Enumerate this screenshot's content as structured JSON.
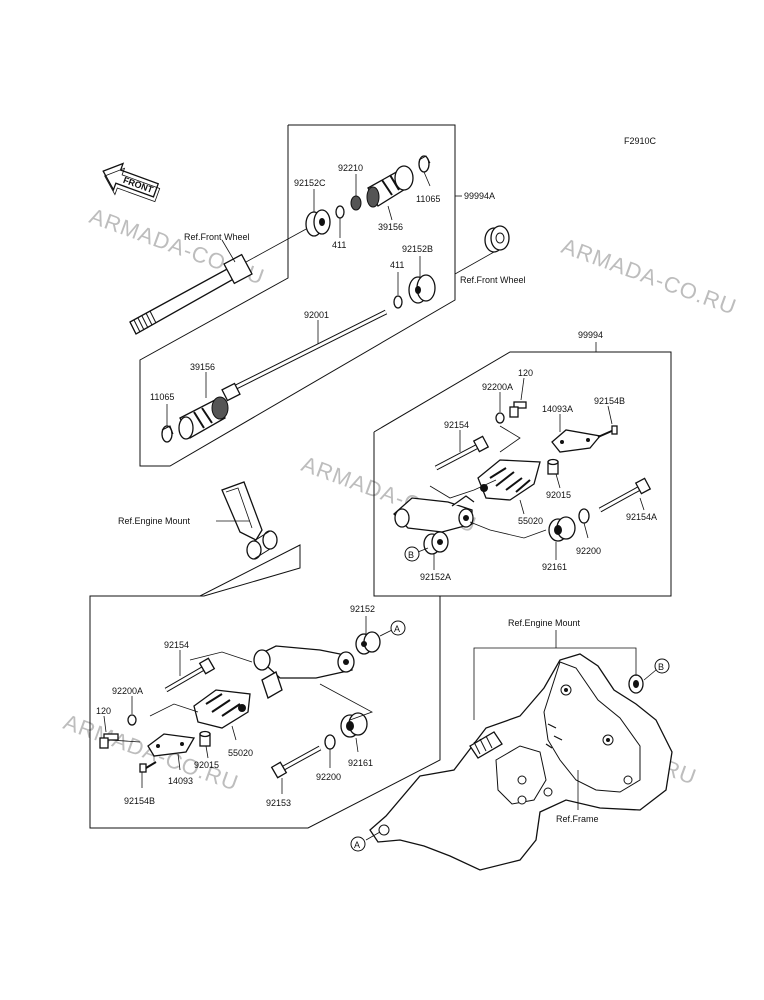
{
  "figure_code": "F2910C",
  "watermark": "ARMADA-CO.RU",
  "front_label": "FRONT",
  "labels": {
    "p99994A": "99994A",
    "p92210": "92210",
    "p92152C": "92152C",
    "p11065_top": "11065",
    "p39156_top": "39156",
    "p411_top": "411",
    "p411_mid": "411",
    "p92152B": "92152B",
    "ref_front_wheel_left": "Ref.Front Wheel",
    "ref_front_wheel_right": "Ref.Front Wheel",
    "p92001": "92001",
    "p39156_low": "39156",
    "p11065_low": "11065",
    "p99994": "99994",
    "p120_r": "120",
    "p92200A_r": "92200A",
    "p92154B_r": "92154B",
    "p14093A": "14093A",
    "p92154_r": "92154",
    "p92015_r": "92015",
    "p55020_r": "55020",
    "p92154A": "92154A",
    "p92200_r": "92200",
    "p92161_r": "92161",
    "p92152A": "92152A",
    "ref_engine_mount_left": "Ref.Engine Mount",
    "p92152_l": "92152",
    "p92154_l": "92154",
    "p92200A_l": "92200A",
    "p120_l": "120",
    "p55020_l": "55020",
    "p92015_l": "92015",
    "p14093": "14093",
    "p92154B_l": "92154B",
    "p92161_l": "92161",
    "p92200_l": "92200",
    "p92153": "92153",
    "ref_engine_mount_right": "Ref.Engine Mount",
    "ref_frame": "Ref.Frame"
  },
  "callouts": {
    "a": "A",
    "b": "B"
  }
}
